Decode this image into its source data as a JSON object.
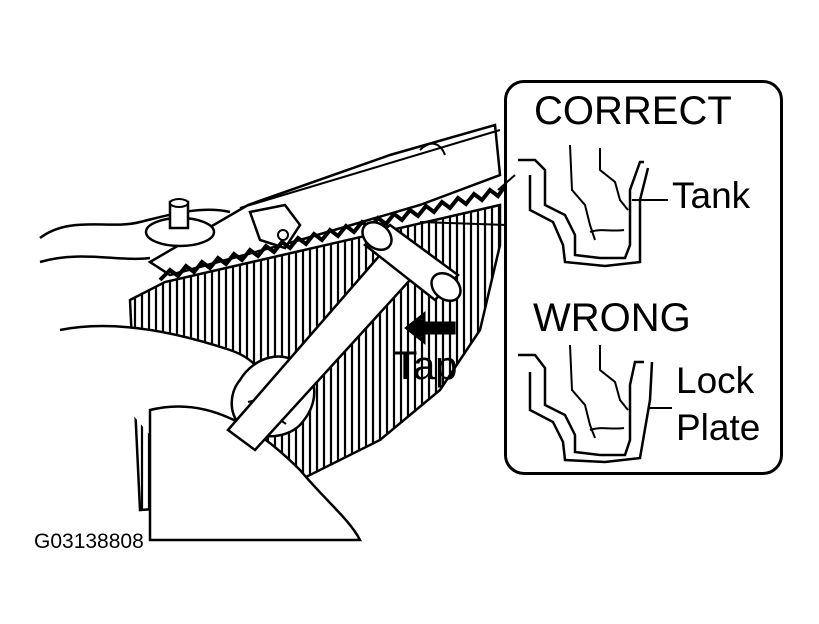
{
  "labels": {
    "correct": "CORRECT",
    "wrong": "WRONG",
    "tank": "Tank",
    "lock": "Lock",
    "plate": "Plate",
    "tap": "Tap",
    "figure_id": "G03138808"
  },
  "colors": {
    "ink": "#000000",
    "paper": "#ffffff"
  }
}
